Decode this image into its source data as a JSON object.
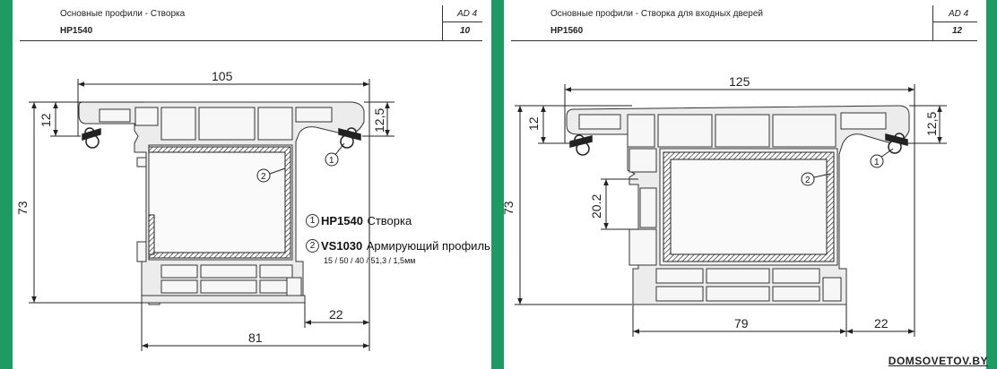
{
  "left_sheet": {
    "title": "Основные профили - Створка",
    "code": "HP1540",
    "series": "AD 4",
    "page": "10",
    "dims": {
      "width_top": "105",
      "height_total": "73",
      "top_left": "12",
      "top_right": "12,5",
      "bottom_right": "22",
      "bottom": "81"
    },
    "callouts": {
      "c1": "1",
      "c2": "2"
    },
    "legend": {
      "item1": {
        "num": "1",
        "code": "HP1540",
        "name": "Створка"
      },
      "item2": {
        "num": "2",
        "code": "VS1030",
        "name": "Армирующий профиль",
        "sizes": "15 / 50 / 40 / 51,3 / 1,5мм"
      }
    }
  },
  "right_sheet": {
    "title": "Основные профили - Створка для входных дверей",
    "code": "HP1560",
    "series": "AD 4",
    "page": "12",
    "dims": {
      "width_top": "125",
      "height_total": "73",
      "top_left": "12",
      "top_right": "12,5",
      "mid_left": "20.2",
      "bottom_right": "22",
      "bottom": "79"
    },
    "callouts": {
      "c1": "1",
      "c2": "2"
    }
  },
  "watermark": "DOMSOVETOV.BY",
  "colors": {
    "frame_green": "#1e9a62",
    "profile_fill": "#e9e9e9",
    "line": "#333333"
  }
}
